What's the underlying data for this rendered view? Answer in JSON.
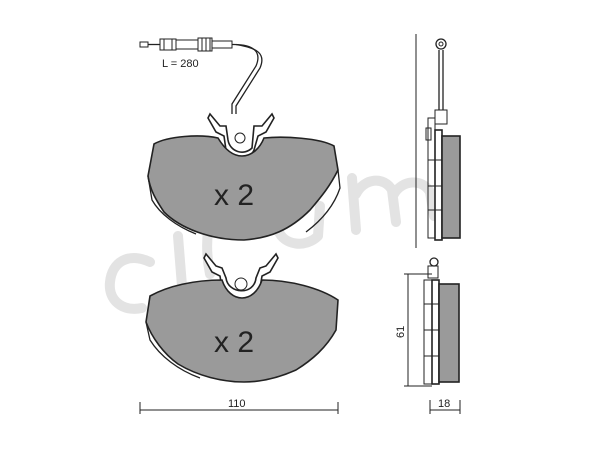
{
  "labels": {
    "wire_length": "L = 280",
    "qty_top": "x 2",
    "qty_bottom": "x 2",
    "dim_width": "110",
    "dim_height": "61",
    "dim_thickness": "18"
  },
  "colors": {
    "pad_fill": "#9a9a9a",
    "outline": "#222222",
    "watermark": "#e3e3e3"
  }
}
